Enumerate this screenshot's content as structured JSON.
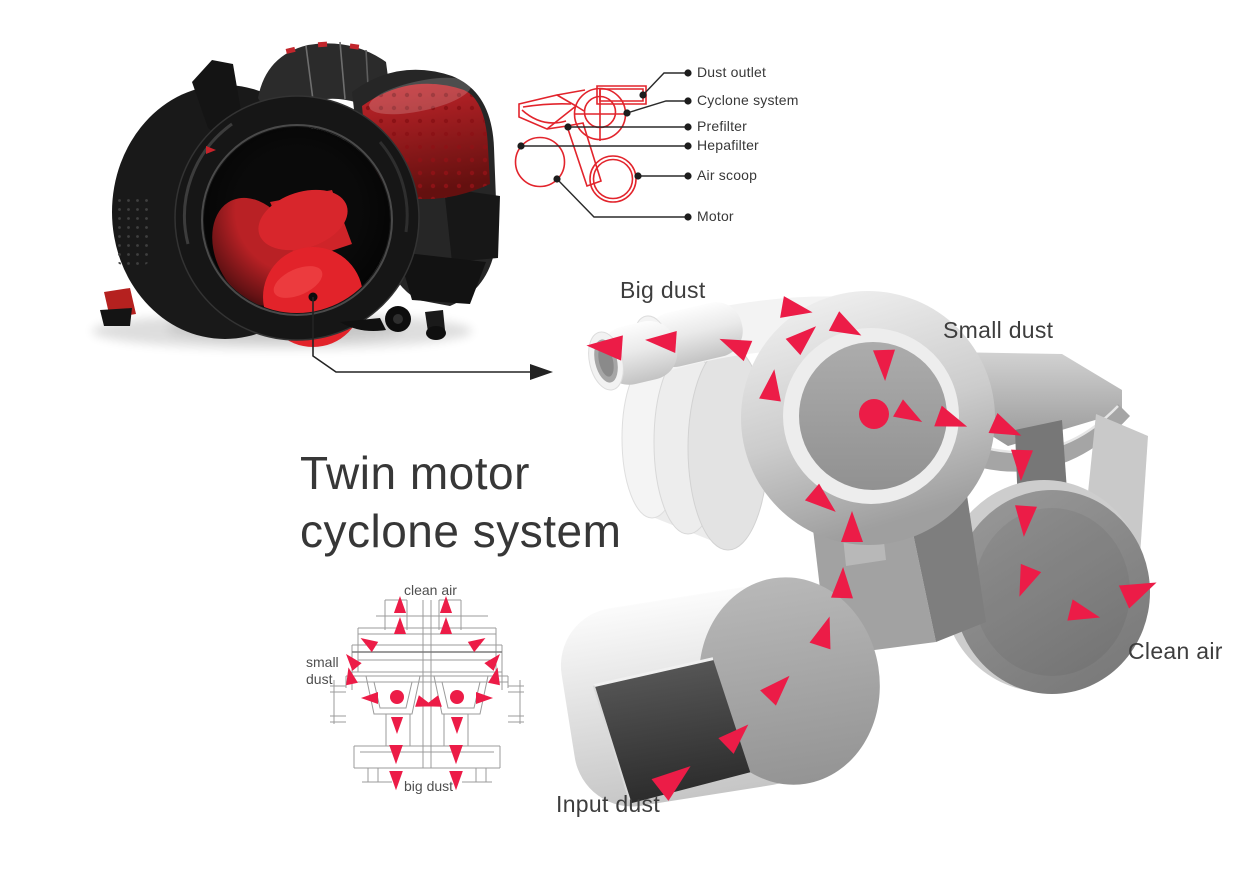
{
  "title": {
    "line1": "Twin motor",
    "line2": "cyclone system"
  },
  "exploded_view": {
    "callouts": [
      "Dust outlet",
      "Cyclone system",
      "Prefilter",
      "Hepafilter",
      "Air scoop",
      "Motor"
    ]
  },
  "front_view": {
    "top_label": "clean air",
    "left_label_line1": "small",
    "left_label_line2": "dust",
    "bottom_label": "big dust"
  },
  "flow_view": {
    "big_dust": "Big dust",
    "small_dust": "Small dust",
    "clean_air": "Clean air",
    "input_dust": "Input dust"
  },
  "colors": {
    "flow_accent": "#ec1c47",
    "wireframe_red": "#e2242c",
    "label_ink": "#3b3b3b",
    "machine_gray": "#9c9c9c"
  }
}
